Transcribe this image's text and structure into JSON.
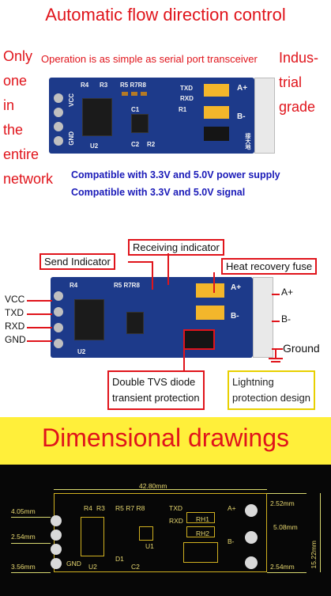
{
  "section1": {
    "title": "Automatic flow direction control",
    "operation_text": "Operation is as simple as serial port transceiver",
    "left_words": [
      "Only",
      "one",
      "in",
      "the",
      "entire",
      "network"
    ],
    "right_words": [
      "Indus-",
      "trial",
      "grade"
    ],
    "compat_power": "Compatible with 3.3V and 5.0V power supply",
    "compat_signal": "Compatible with 3.3V and 5.0V signal"
  },
  "board": {
    "silk_r4": "R4",
    "silk_r3": "R3",
    "silk_r5r7r8": "R5 R7R8",
    "silk_txd": "TXD",
    "silk_rxd": "RXD",
    "silk_vcc": "VCC",
    "silk_gnd": "GND",
    "silk_u2": "U2",
    "silk_c2": "C2",
    "silk_r2": "R2",
    "silk_r1": "R1",
    "silk_c1": "C1",
    "silk_aplus": "A+",
    "silk_bminus": "B-",
    "silk_cn": "接大地"
  },
  "section2": {
    "callout_receiving": "Receiving indicator",
    "callout_send": "Send Indicator",
    "callout_heat": "Heat recovery fuse",
    "callout_tvs_line1": "Double TVS diode",
    "callout_tvs_line2": "transient protection",
    "callout_lightning_line1": "Lightning",
    "callout_lightning_line2": "protection design",
    "pin_vcc": "VCC",
    "pin_txd": "TXD",
    "pin_rxd": "RXD",
    "pin_gnd": "GND",
    "term_a": "A+",
    "term_b": "B-",
    "term_ground": "Ground"
  },
  "section3": {
    "title": "Dimensional drawings",
    "dim_width": "42.80mm",
    "dim_405": "4.05mm",
    "dim_254_left": "2.54mm",
    "dim_356": "3.56mm",
    "dim_252": "2.52mm",
    "dim_508": "5.08mm",
    "dim_1522": "15.22mm",
    "dim_254_right": "2.54mm",
    "silk_r4": "R4",
    "silk_r3": "R3",
    "silk_r5r7r8": "R5 R7 R8",
    "silk_txd": "TXD",
    "silk_rxd": "RXD",
    "silk_rh1": "RH1",
    "silk_rh2": "RH2",
    "silk_u1": "U1",
    "silk_u2": "U2",
    "silk_d1": "D1",
    "silk_c2": "C2",
    "silk_aplus": "A+",
    "silk_bminus": "B-",
    "silk_gnd": "GND"
  },
  "colors": {
    "accent_red": "#e0141b",
    "text_blue": "#1a1ab8",
    "pcb_blue": "#1d3a8a",
    "band_yellow": "#ffef3a"
  }
}
